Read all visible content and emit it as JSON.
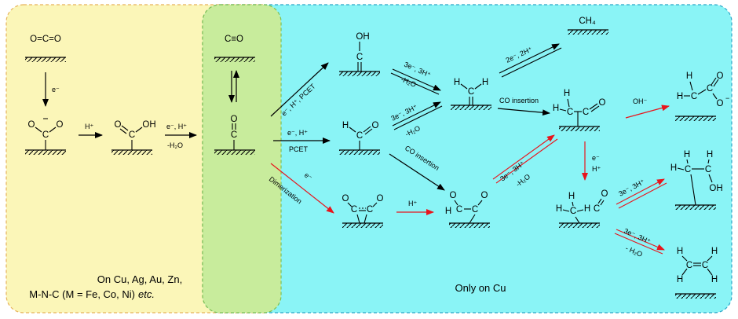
{
  "colors": {
    "yellow_region": "#fbf6b8",
    "yellow_border": "#e6b25a",
    "cyan_region": "#8af4f6",
    "cyan_border": "#2aa6c8",
    "green_region": "#c8ec9c",
    "green_border": "#7fbf4f",
    "red_arrow": "#e8141c",
    "black": "#000000"
  },
  "captions": {
    "left_line1": "On Cu, Ag, Au, Zn,",
    "left_line2": "M-N-C (M = Fe, Co, Ni)",
    "left_etc": "etc.",
    "right": "Only on Cu"
  },
  "species": {
    "co2": "O=C=O",
    "co2_anion_o1": "O",
    "co2_anion_c": "C",
    "co2_anion_o2": "O",
    "cooh_o": "O",
    "cooh_c": "C",
    "cooh_oh": "OH",
    "co_gas": "C≡O",
    "co_ads_o": "O",
    "co_ads_c": "C",
    "coh_oh": "OH",
    "coh_c": "C",
    "cho_h": "H",
    "cho_c": "C",
    "cho_o": "O",
    "ch2_h1": "H",
    "ch2_c": "C",
    "ch2_h2": "H",
    "ch4": "CH₄",
    "dimer_o1": "O",
    "dimer_c1": "C",
    "dimer_c2": "C",
    "dimer_o2": "O",
    "ocho_o1": "O",
    "ocho_h": "H",
    "ocho_c1": "C",
    "ocho_c2": "C",
    "ocho_o2": "O",
    "ketene_h1": "H",
    "ketene_h2": "H",
    "ketene_c1": "C",
    "ketene_c2": "C",
    "ketene_o": "O",
    "acetate_h1": "H",
    "acetate_h2": "H",
    "acetate_c1": "C",
    "acetate_c2": "C",
    "acetate_o1": "O",
    "acetate_o2": "O",
    "acetald_h1": "H",
    "acetald_h2": "H",
    "acetald_h3": "H",
    "acetald_c1": "C",
    "acetald_c2": "C",
    "acetald_o": "O",
    "ethanol_h1": "H",
    "ethanol_h2": "H",
    "ethanol_h3": "H",
    "ethanol_c1": "C",
    "ethanol_c2": "C",
    "ethanol_oh": "OH",
    "ethylene_h1": "H",
    "ethylene_h2": "H",
    "ethylene_h3": "H",
    "ethylene_h4": "H",
    "ethylene_c1": "C",
    "ethylene_c2": "C"
  },
  "arrow_labels": {
    "e1": "e⁻",
    "h1": "H⁺",
    "e_h_top": "e⁻, H⁺",
    "water1": "-H₂O",
    "pcet_diag": "e⁻, H⁺, PCET",
    "e_h_mid": "e⁻, H⁺",
    "pcet": "PCET",
    "dimerization": "Dimerization",
    "e_dimer": "e⁻",
    "three_e_upper": "3e⁻, 3H⁺",
    "water_upper": "-H₂O",
    "three_e_mid": "3e⁻, 3H⁺",
    "water_mid": "-H₂O",
    "co_insertion_diag": "CO insertion",
    "h_dimer": "H⁺",
    "two_e": "2e⁻, 2H⁺",
    "co_insertion_top": "CO insertion",
    "three_e_ketene": "3e⁻, 3H⁺",
    "water_ketene": "-H₂O",
    "oh_minus": "OH⁻",
    "e_down": "e⁻",
    "h_down": "H⁺",
    "three_e_ethanol": "3e⁻, 3H⁺",
    "three_e_ethylene": "3e⁻, 3H⁺",
    "water_ethylene": "- H₂O"
  }
}
